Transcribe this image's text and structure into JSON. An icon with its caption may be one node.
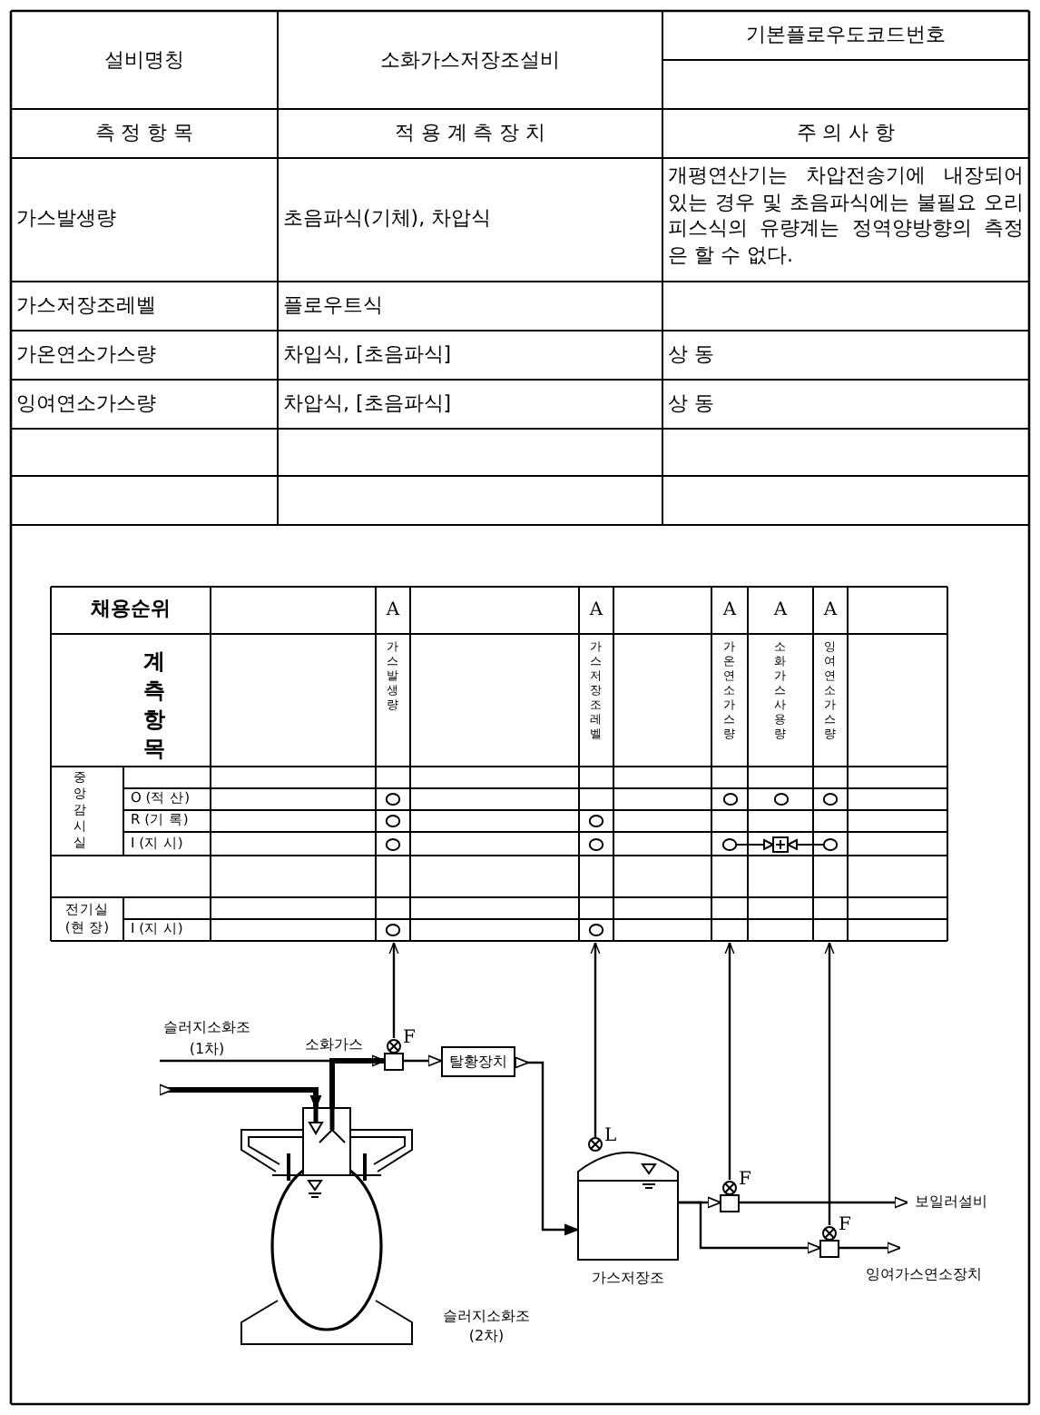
{
  "diagram": {
    "nodes": [
      {
        "text": [
          "슬러지소화조 (1차)"
        ]
      },
      {
        "text": [
          "F"
        ]
      },
      {
        "text": [
          "탈황장치"
        ]
      },
      {
        "text": [],
        "shape": "tank",
        "beside": [
          "슬러지소화조 (2차)"
        ]
      },
      {
        "text": [
          "L"
        ]
      },
      {
        "text": [],
        "shape": "tank",
        "beside": [
          "가스저장조"
        ]
      },
      {
        "text": [
          "F"
        ]
      },
      {
        "text": [
          "보일러설비"
        ]
      },
      {
        "text": [
          "F"
        ]
      },
      {
        "text": [
          "잉여가스연소장치"
        ]
      }
    ],
    "edges": [
      {
        "from": 0,
        "to": 1,
        "arrow": "to"
      },
      {
        "from": 3,
        "to": 1,
        "arrow": "none",
        "style": "thick"
      },
      {
        "from": 0,
        "to": 3,
        "arrow": "to",
        "style": "thick"
      },
      {
        "from": 1,
        "to": 2,
        "arrow": "to"
      },
      {
        "from": 2,
        "to": 5,
        "arrow": "to"
      },
      {
        "from": 5,
        "to": 6,
        "arrow": "to"
      },
      {
        "from": 6,
        "to": 7,
        "arrow": "to"
      },
      {
        "from": 5,
        "to": 8,
        "arrow": "to"
      },
      {
        "from": 8,
        "to": 9,
        "arrow": "to"
      },
      {
        "from": 1,
        "to": null,
        "arrow": "to"
      },
      {
        "from": 4,
        "to": null,
        "arrow": "to"
      },
      {
        "from": 6,
        "to": null,
        "arrow": "to"
      },
      {
        "from": 8,
        "to": null,
        "arrow": "to"
      }
    ],
    "labels": [
      "설비명칭",
      "소화가스저장조설비",
      "기본플로우도코드번호",
      "측 정 항 목",
      "적 용 계 측 장 치",
      "주 의 사 항",
      "가스발생량",
      "초음파식(기체), 차압식",
      "개평연산기는 차압전송기에 내장되어 있는 경우 및 초음파식에는 불필요 오리피스식의 유량계는 정역양방향의 측정은 할 수 없다.",
      "가스저장조레벨",
      "플로우트식",
      "가온연소가스량",
      "차입식, [초음파식]",
      "상 동",
      "잉여연소가스량",
      "차압식, [초음파식]",
      "상 동",
      "채용순위",
      "A",
      "A",
      "A",
      "A",
      "A",
      "계측항목",
      "가스발생량",
      "가스저장조레벨",
      "가온연소가스량",
      "소화가스사용량",
      "잉여연소가스량",
      "중앙감시실",
      "O (적 산)",
      "R (기 록)",
      "I (지 시)",
      "전기실 (현 장)",
      "I (지 시)",
      "소화가스"
    ]
  }
}
